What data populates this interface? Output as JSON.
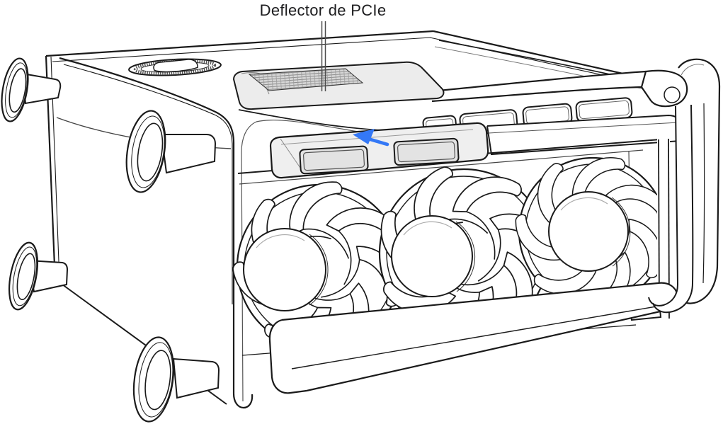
{
  "page": {
    "background_color": "#ffffff"
  },
  "callout": {
    "label": "Deflector de PCIe",
    "line_color": "#4d4d4d",
    "text_color": "#1d1d1f"
  },
  "slide_arrow": {
    "color": "#3478f6",
    "direction": "up-left"
  },
  "illustration": {
    "subject": "Mac Pro on its side with housing removed: three front fans, four feet, top and rear handles, PCIe deflector sliding out",
    "line_color": "#1a1a1a",
    "deflector_top_fill": "#ececec",
    "deflector_panel_fill": "#efefef",
    "slot_fill": "#e3e3e3",
    "grille_fill": "#d8d8d8"
  }
}
